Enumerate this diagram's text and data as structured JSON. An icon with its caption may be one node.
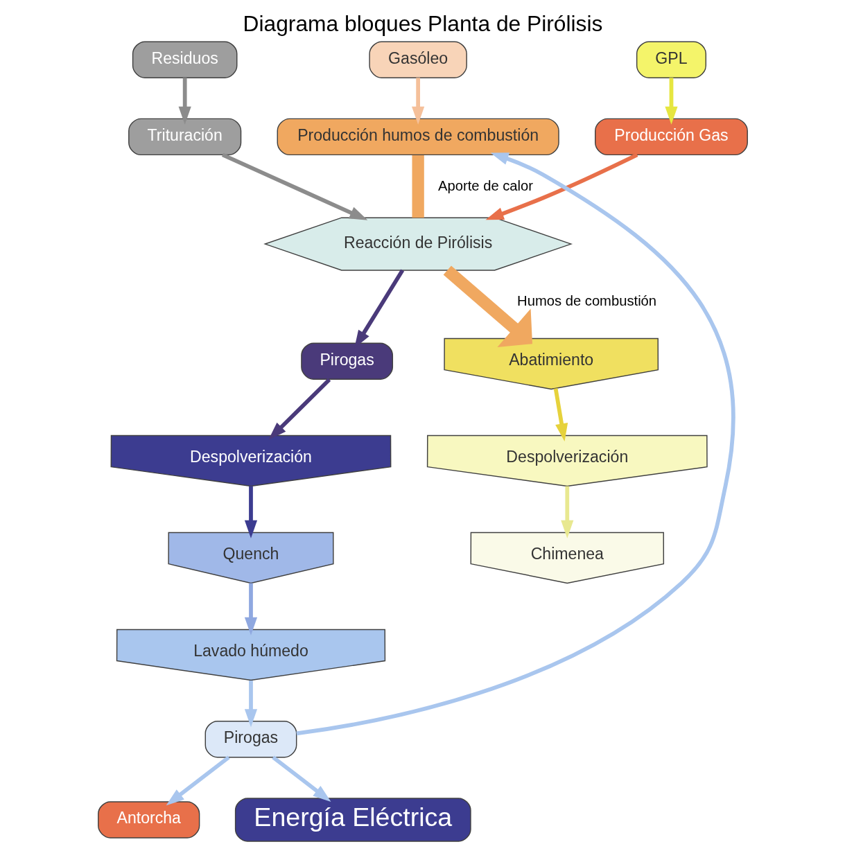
{
  "diagram": {
    "title": "Diagrama bloques Planta de Pirólisis",
    "nodes": [
      {
        "text": [
          "Residuos"
        ]
      },
      {
        "text": [
          "GPL"
        ]
      },
      {
        "text": [
          "Gasóleo"
        ]
      },
      {
        "text": [
          "Trituración"
        ]
      },
      {
        "text": [
          "Producción Gas"
        ]
      },
      {
        "text": [
          "Producción humos de combustión"
        ]
      },
      {
        "text": [
          "Reacción de Pirólisis"
        ]
      },
      {
        "text": [
          "Pirogas"
        ]
      },
      {
        "text": [
          "Despolverización"
        ]
      },
      {
        "text": [
          "Quench"
        ]
      },
      {
        "text": [
          "Lavado húmedo"
        ]
      },
      {
        "text": [
          "Pirogas"
        ]
      },
      {
        "text": [
          "Antorcha"
        ]
      },
      {
        "text": [
          "Energía Eléctrica"
        ]
      },
      {
        "text": [
          "Abatimiento"
        ]
      },
      {
        "text": [
          "Despolverización"
        ]
      },
      {
        "text": [
          "Chimenea"
        ]
      }
    ],
    "edges": [
      {
        "from": 0,
        "to": 3,
        "arrow": "to",
        "color": "#8c8c8c"
      },
      {
        "from": 1,
        "to": 4,
        "arrow": "to",
        "color": "#e6e640"
      },
      {
        "from": 2,
        "to": 5,
        "arrow": "to",
        "color": "#f5c09a"
      },
      {
        "from": 3,
        "to": 6,
        "arrow": "to",
        "color": "#8c8c8c"
      },
      {
        "from": 4,
        "to": 6,
        "arrow": "to",
        "color": "#e8704a"
      },
      {
        "from": 5,
        "to": 6,
        "label": "Aporte de calor",
        "arrow": "none",
        "style": "thick",
        "color": "#f0a860"
      },
      {
        "from": 6,
        "to": 7,
        "arrow": "to",
        "color": "#4a3a7a"
      },
      {
        "from": 7,
        "to": 8,
        "arrow": "to",
        "color": "#4a3a7a"
      },
      {
        "from": 8,
        "to": 9,
        "arrow": "to",
        "color": "#3c3c90"
      },
      {
        "from": 9,
        "to": 10,
        "arrow": "to",
        "color": "#8fa8e0"
      },
      {
        "from": 10,
        "to": 11,
        "arrow": "to",
        "color": "#a9c6ee"
      },
      {
        "from": 11,
        "to": 12,
        "arrow": "to",
        "color": "#a9c6ee"
      },
      {
        "from": 11,
        "to": 13,
        "arrow": "to",
        "color": "#a9c6ee"
      },
      {
        "from": 11,
        "to": 5,
        "arrow": "to",
        "color": "#a9c6ee"
      },
      {
        "from": 6,
        "to": 14,
        "label": "Humos de combustión",
        "arrow": "to",
        "style": "thick",
        "color": "#f0a860"
      },
      {
        "from": 14,
        "to": 15,
        "arrow": "to",
        "color": "#e6d23c"
      },
      {
        "from": 15,
        "to": 16,
        "arrow": "to",
        "color": "#e8e890"
      }
    ]
  }
}
